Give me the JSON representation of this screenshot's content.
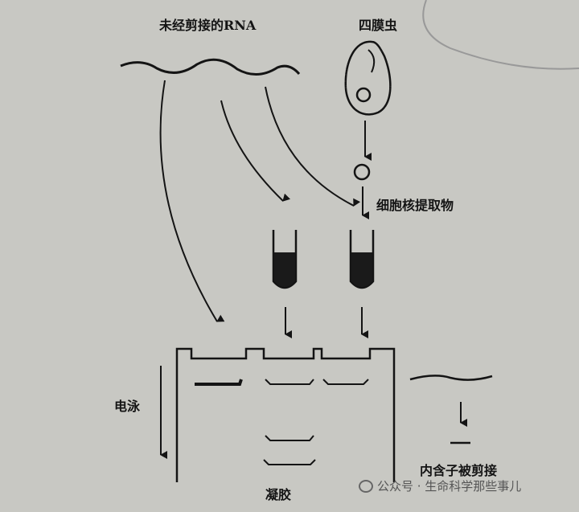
{
  "labels": {
    "unspliced_rna": "未经剪接的RNA",
    "tetrahymena": "四膜虫",
    "nuclear_extract": "细胞核提取物",
    "electrophoresis": "电泳",
    "gel": "凝胶",
    "intron_spliced": "内含子被剪接"
  },
  "watermark": "公众号 · 生命科学那些事儿",
  "colors": {
    "paper": "#c8c8c3",
    "ink": "#141414"
  }
}
